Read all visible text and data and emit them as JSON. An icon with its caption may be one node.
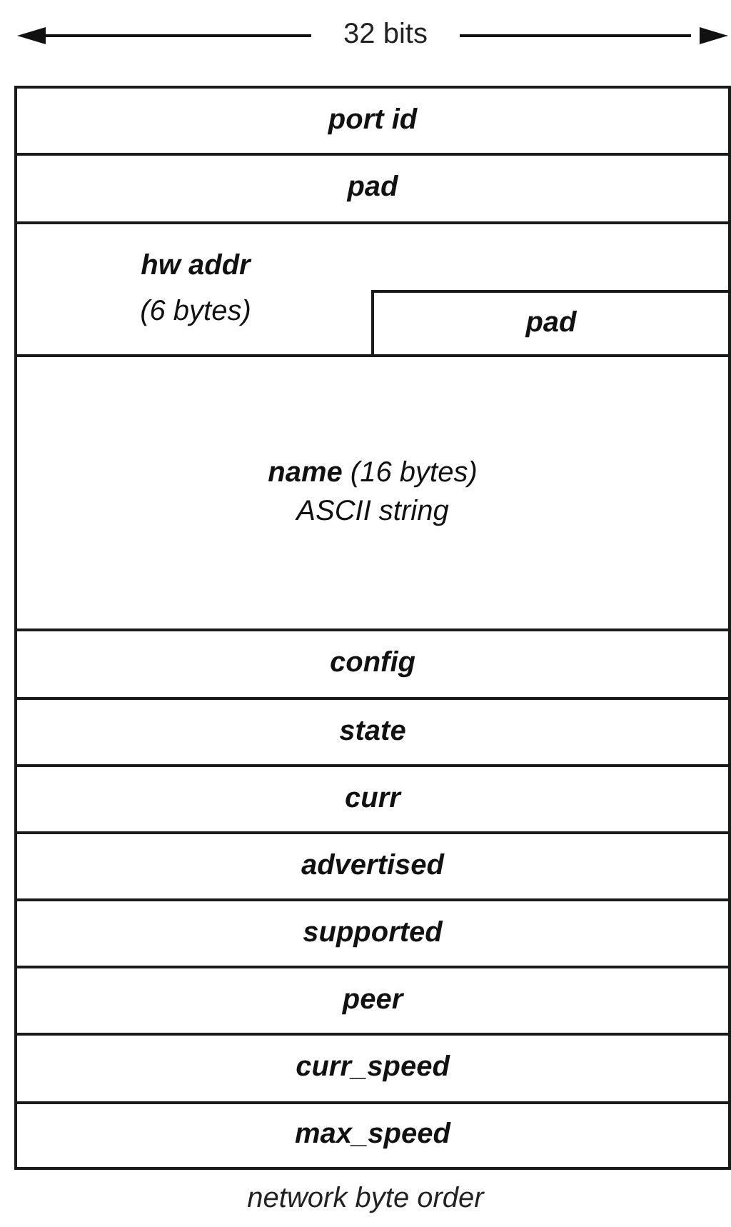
{
  "diagram": {
    "caption": "network byte order",
    "nodes": [
      {
        "text": [
          "port id"
        ]
      },
      {
        "text": [
          "pad"
        ]
      },
      {
        "text": [
          "hw addr",
          "(6 bytes)"
        ]
      },
      {
        "text": [
          "pad"
        ],
        "in": 2
      },
      {
        "text": [
          "**name** (16 bytes)",
          "ASCII string"
        ]
      },
      {
        "text": [
          "config"
        ]
      },
      {
        "text": [
          "state"
        ]
      },
      {
        "text": [
          "curr"
        ]
      },
      {
        "text": [
          "advertised"
        ]
      },
      {
        "text": [
          "supported"
        ]
      },
      {
        "text": [
          "peer"
        ]
      },
      {
        "text": [
          "curr_speed"
        ]
      },
      {
        "text": [
          "max_speed"
        ]
      }
    ],
    "edges": [],
    "labels": [
      "32 bits"
    ]
  }
}
